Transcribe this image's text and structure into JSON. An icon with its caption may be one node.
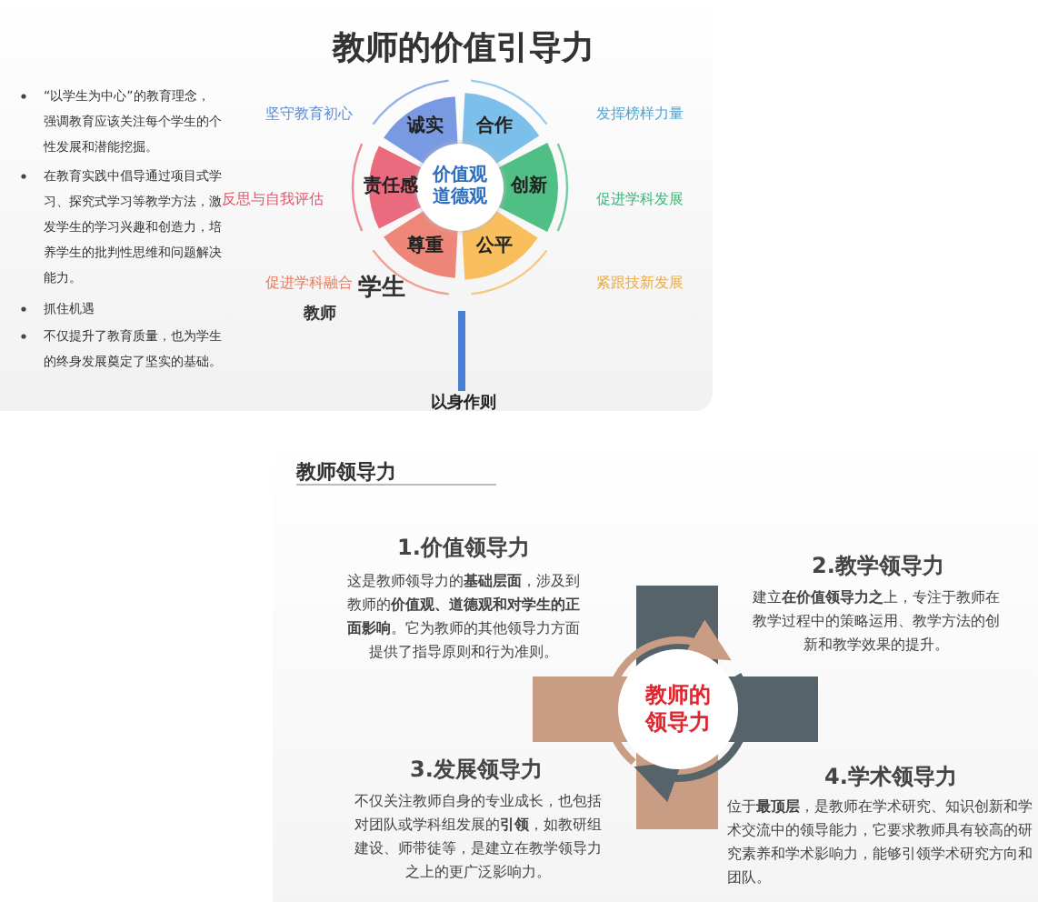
{
  "diagram": {
    "title": "教师的价值引导力",
    "nodes": [
      {
        "text": [
          "价值观道德观"
        ]
      },
      {
        "text": [
          "合作"
        ]
      },
      {
        "text": [
          "创新"
        ]
      },
      {
        "text": [
          "公平"
        ]
      },
      {
        "text": [
          "尊重"
        ]
      },
      {
        "text": [
          "责任感"
        ]
      },
      {
        "text": [
          "诚实"
        ]
      },
      {
        "text": [
          "教师的领导力"
        ]
      }
    ],
    "labels": [
      "“以学生为中心”的教育理念，强调教育应该关注每个学生的个性发展和潜能挖掘。",
      "在教育实践中倡导通过项目式学习、探究式学习等教学方法，激发学生的学习兴趣和创造力，培养学生的批判性思维和问题解决能力。",
      "抓住机遇",
      "不仅提升了教育质量，也为学生的终身发展奠定了坚实的基础。",
      "坚守教育初心",
      "发挥榜样力量",
      "反思与自我评估",
      "促进学科发展",
      "促进学科融合",
      "紧跟技新发展",
      "学生",
      "教师",
      "以身作则",
      "教师领导力",
      "1.价值领导力",
      "这是教师领导力的**基础层面**，涉及到教师的**价值观、道德观和对学生的正面影响**。它为教师的其他领导力方面提供了指导原则和行为准则。",
      "2.教学领导力",
      "建立**在价值领导力之**上，专注于教师在教学过程中的策略运用、教学方法的创新和教学效果的提升。",
      "3.发展领导力",
      "不仅关注教师自身的专业成长，也包括对团队或学科组发展的**引领**，如教研组建设、师带徒等，是建立在教学领导力之上的更广泛影响力。",
      "4.学术领导力",
      "位于**最顶层**，是教师在学术研究、知识创新和学术交流中的领导能力，它要求教师具有较高的研究素养和学术影响力，能够引领学术研究方向和团队。"
    ]
  }
}
